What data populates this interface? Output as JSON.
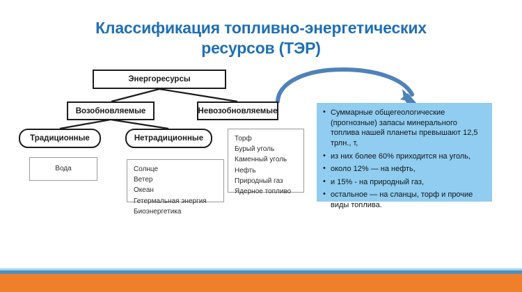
{
  "slide": {
    "title": "Классификация топливно-энергетических ресурсов (ТЭР)",
    "title_color": "#1f6fb5",
    "accent_panel_color": "#90cdf0",
    "arrow_color": "#4f82b8",
    "footer_bar_color": "#ef7f2a"
  },
  "diagram": {
    "root": {
      "label": "Энергоресурсы"
    },
    "level2": [
      {
        "label": "Возобновляемые"
      },
      {
        "label": "Невозобновляемые"
      }
    ],
    "level3": [
      {
        "label": "Традиционные"
      },
      {
        "label": "Нетрадиционные"
      }
    ],
    "lists": {
      "traditional": {
        "items": [
          "Вода"
        ]
      },
      "nontraditional": {
        "items": [
          "Солнце",
          "Ветер",
          "Океан",
          "Гетермальная энергия",
          "Биоэнергетика"
        ]
      },
      "nonrenewable": {
        "items": [
          "Торф",
          "Бурый уголь",
          "Каменный уголь",
          "Нефть",
          "Природный газ",
          "Ядерное топливо"
        ]
      }
    }
  },
  "info_panel": {
    "bullets": [
      "Суммарные общегеологические (прогнозные) запасы минерального топлива нашей планеты превышают 12,5 трлн., т,",
      "из них более 60% приходится на уголь,",
      "около 12% — на нефть,",
      "и 15% - на природный газ,",
      "остальное — на сланцы, торф и прочие виды топлива."
    ]
  }
}
